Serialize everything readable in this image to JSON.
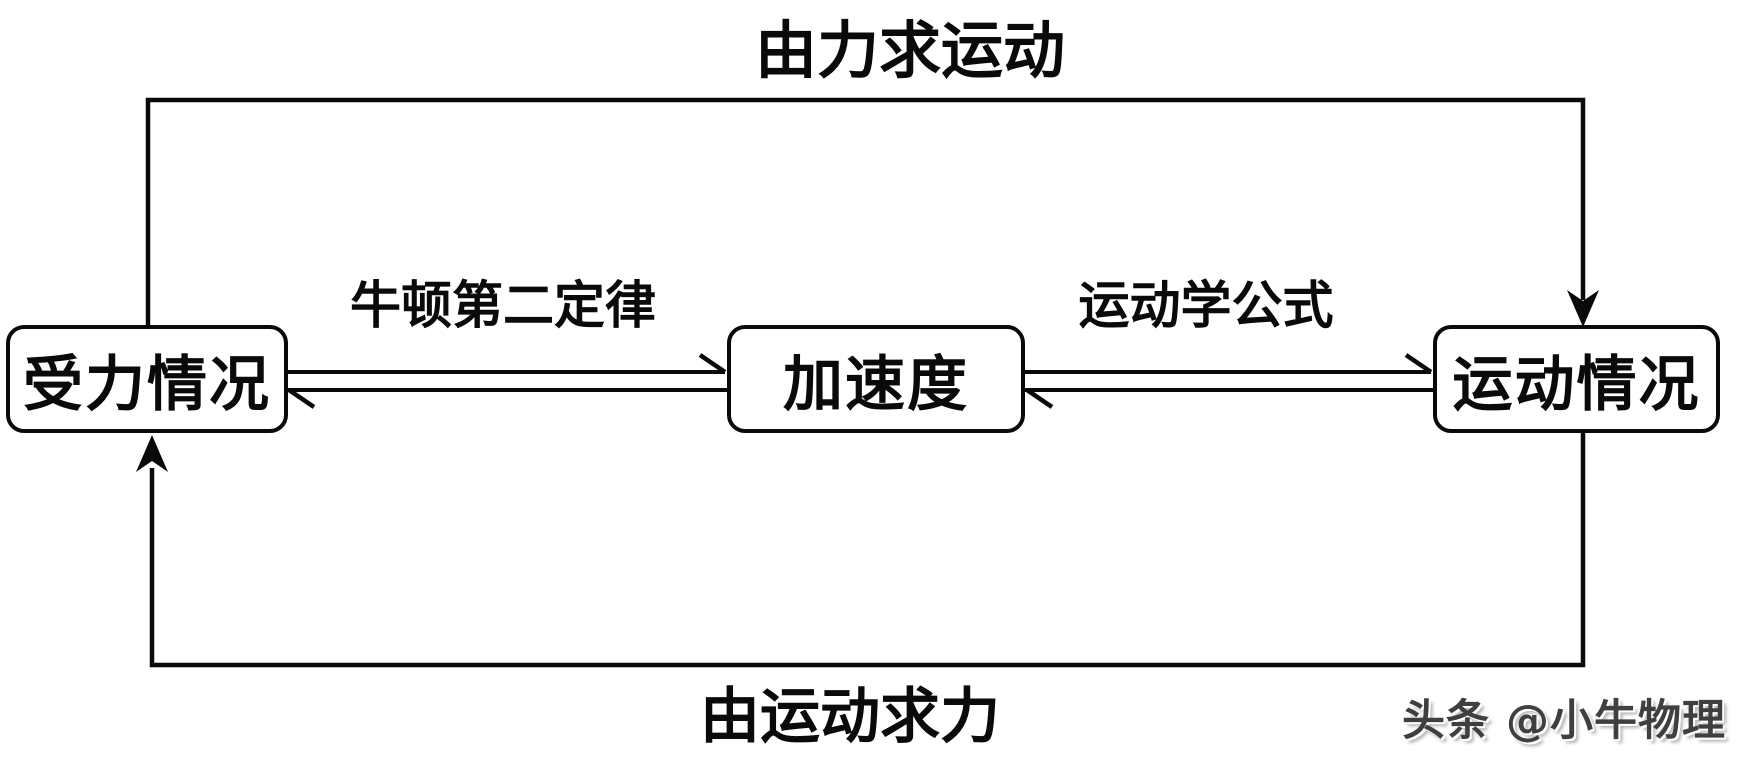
{
  "labels": {
    "top": "由力求运动",
    "bottom": "由运动求力",
    "newton": "牛顿第二定律",
    "kinematics": "运动学公式"
  },
  "boxes": {
    "force": "受力情况",
    "acceleration": "加速度",
    "motion": "运动情况"
  },
  "watermark": "头条 @小牛物理",
  "icons": {
    "top_loop_arrow": "down-arrowhead-icon",
    "bottom_loop_arrow": "up-arrowhead-icon",
    "inner_arrows": [
      "right-arrowhead-icon",
      "left-arrowhead-icon"
    ]
  },
  "colors": {
    "line": "#0a0a0a",
    "text": "#0a0a0a",
    "background": "#ffffff",
    "watermark": "#3f3f3f"
  }
}
